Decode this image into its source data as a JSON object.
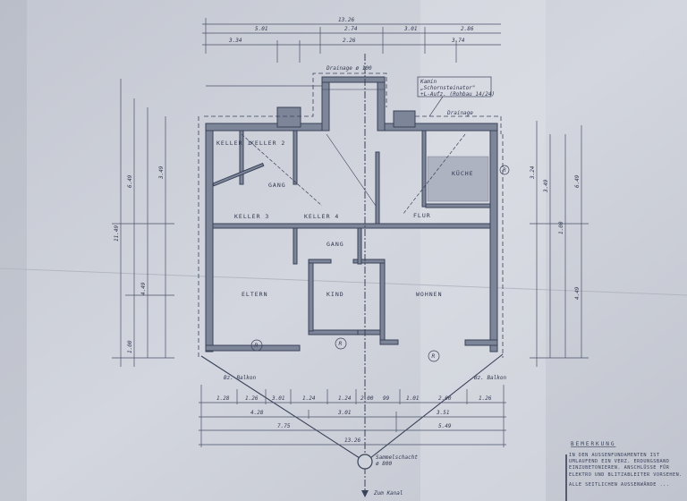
{
  "plan": {
    "dimensions_top": {
      "overall": "13.26",
      "row2": [
        "5.01",
        "2.74",
        "3.01",
        "2.86"
      ],
      "row3": [
        "3.34",
        "2.26",
        "3.74"
      ]
    },
    "drainage_top": "Drainage ø 100",
    "drainage_right": "Drainage",
    "chimney_box": {
      "line1": "Kamin",
      "line2": "„Schornsteinator\"",
      "line3": "+L-Aufz. (Rohbau 14/24)"
    },
    "rooms": {
      "keller1": "KELLER 1",
      "keller2": "KELLER 2",
      "keller3": "KELLER 3",
      "keller4": "KELLER 4",
      "gang_upper": "GANG",
      "gang_lower": "GANG",
      "kueche": "KÜCHE",
      "flur": "FLUR",
      "eltern": "ELTERN",
      "kind": "KIND",
      "wohnen": "WOHNEN",
      "balkon_left": "Bz. Balkon",
      "balkon_right": "Bz. Balkon"
    },
    "dimensions_bottom": {
      "row1": [
        "1.28",
        "1.26",
        "3.01",
        "1.24",
        "1.24",
        "2.00",
        "99",
        "1.01",
        "2.00",
        "1.26"
      ],
      "row2": [
        "4.28",
        "3.01",
        "3.51"
      ],
      "row3": [
        "7.75",
        "5.49"
      ],
      "overall": "13.26"
    },
    "dimensions_left": [
      "11.49",
      "6.49",
      "4.49",
      "3.49",
      "1.00"
    ],
    "dimensions_right": [
      "3.24",
      "3.49",
      "1.00",
      "6.49",
      "4.49"
    ],
    "manhole": {
      "line1": "Sammelschacht",
      "line2": "ø 800"
    },
    "sewer_label": "Zum Kanal",
    "radiator_mark": "R",
    "note": {
      "heading": "BEMERKUNG",
      "paragraph1": "IN DEN AUSSENFUNDAMENTEN IST UMLAUFEND EIN VERZ. ERDUNGSBAND EINZUBETONIEREN. ANSCHLÜSSE FÜR ELEKTRO UND BLITZABLEITER VORSEHEN.",
      "paragraph2": "ALLE SEITLICHEN AUSSENWÄNDE ..."
    },
    "colors": {
      "paper": "#c9cdd6",
      "ink": "#3a4259",
      "wall_fill": "#7d8599"
    }
  }
}
